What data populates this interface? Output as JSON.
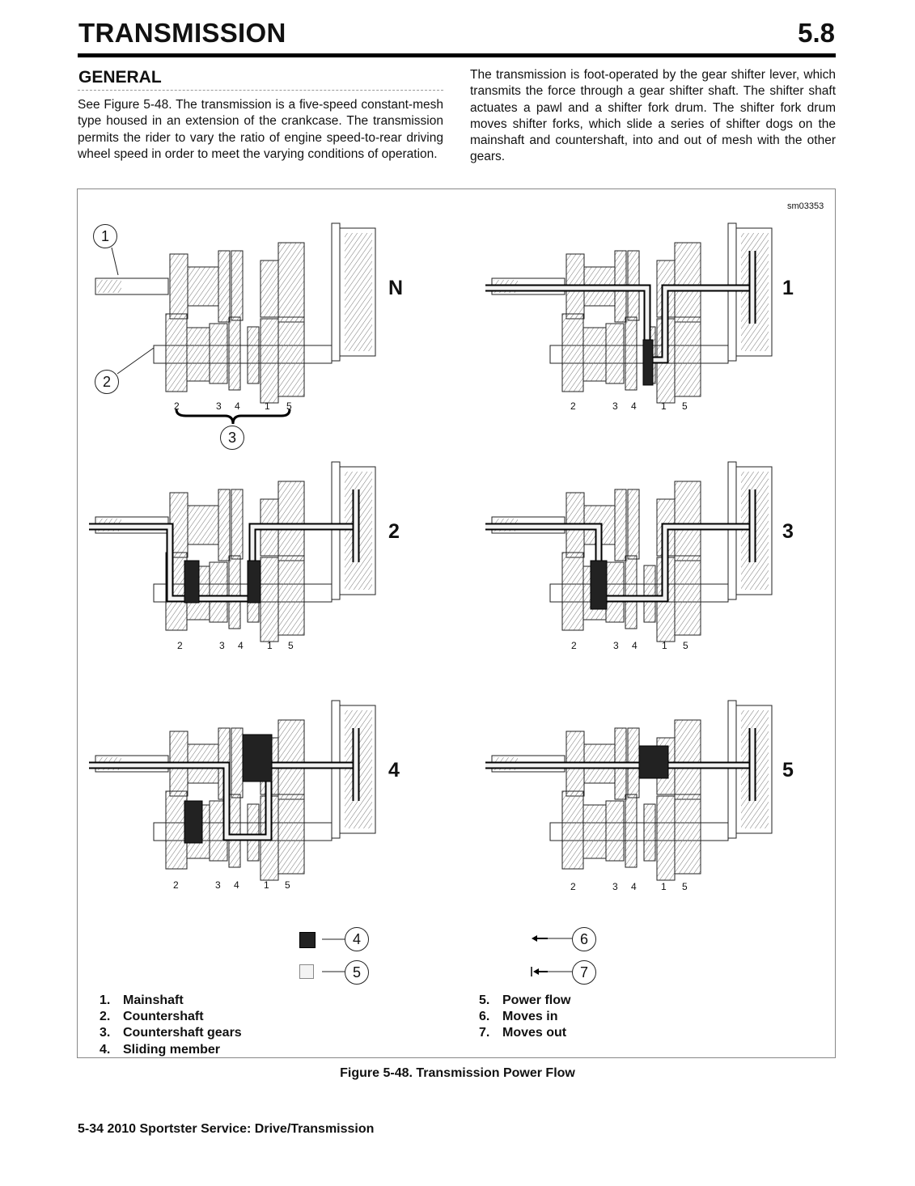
{
  "header": {
    "title": "TRANSMISSION",
    "section_number": "5.8"
  },
  "general": {
    "heading": "GENERAL",
    "para_left": "See Figure 5-48. The transmission is a five-speed constant-mesh type housed in an extension of the crankcase. The transmission permits the rider to vary the ratio of engine speed-to-rear driving wheel speed in order to meet the varying conditions of operation.",
    "para_right": "The transmission is foot-operated by the gear shifter lever, which transmits the force through a gear shifter shaft. The shifter shaft actuates a pawl and a shifter fork drum. The shifter fork drum moves shifter forks, which slide a series of shifter dogs on the mainshaft and countershaft, into and out of mesh with the other gears."
  },
  "figure": {
    "id": "sm03353",
    "gear_labels": [
      "N",
      "1",
      "2",
      "3",
      "4",
      "5"
    ],
    "gear_numbers": [
      "2",
      "3",
      "4",
      "1",
      "5"
    ],
    "callouts": [
      "1",
      "2",
      "3",
      "4",
      "5",
      "6",
      "7"
    ],
    "legend_left": [
      {
        "num": "1.",
        "label": "Mainshaft"
      },
      {
        "num": "2.",
        "label": "Countershaft"
      },
      {
        "num": "3.",
        "label": "Countershaft gears"
      },
      {
        "num": "4.",
        "label": "Sliding member"
      }
    ],
    "legend_right": [
      {
        "num": "5.",
        "label": "Power flow"
      },
      {
        "num": "6.",
        "label": "Moves in"
      },
      {
        "num": "7.",
        "label": "Moves out"
      }
    ],
    "caption": "Figure 5-48. Transmission Power Flow"
  },
  "footer": {
    "text": "5-34  2010 Sportster Service: Drive/Transmission"
  }
}
